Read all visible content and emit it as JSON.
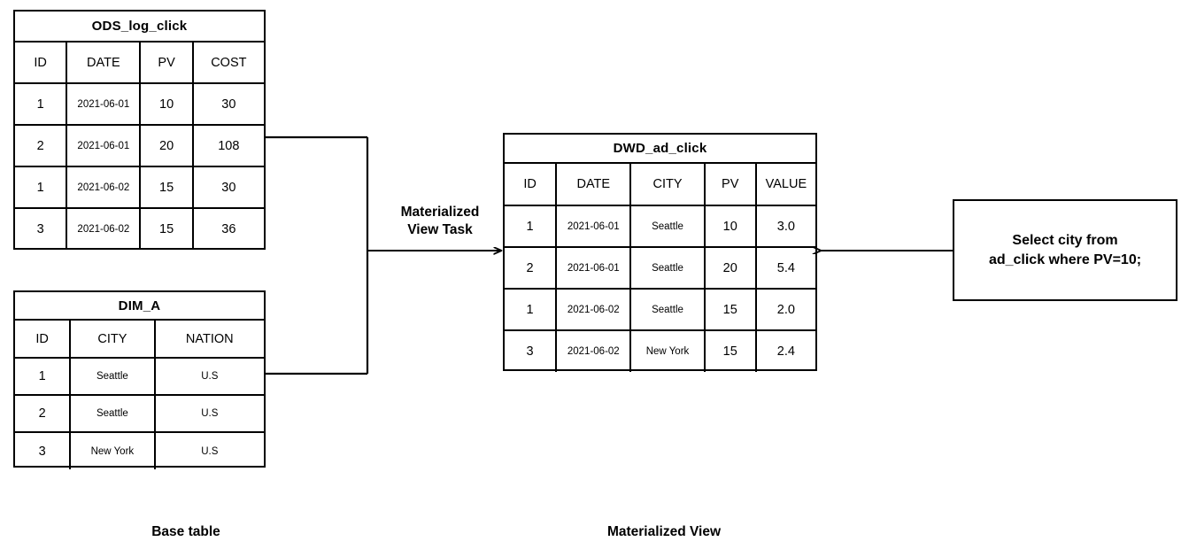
{
  "diagram": {
    "title_labels": {
      "base_table": "Base table",
      "materialized_view": "Materialized View",
      "task": "Materialized\nView Task"
    },
    "colors": {
      "stroke": "#000000",
      "background": "#ffffff",
      "text": "#000000"
    }
  },
  "tables": {
    "ods_log_click": {
      "name": "ODS_log_click",
      "columns": [
        "ID",
        "DATE",
        "PV",
        "COST"
      ],
      "rows": [
        [
          "1",
          "2021-06-01",
          "10",
          "30"
        ],
        [
          "2",
          "2021-06-01",
          "20",
          "108"
        ],
        [
          "1",
          "2021-06-02",
          "15",
          "30"
        ],
        [
          "3",
          "2021-06-02",
          "15",
          "36"
        ]
      ]
    },
    "dim_a": {
      "name": "DIM_A",
      "columns": [
        "ID",
        "CITY",
        "NATION"
      ],
      "rows": [
        [
          "1",
          "Seattle",
          "U.S"
        ],
        [
          "2",
          "Seattle",
          "U.S"
        ],
        [
          "3",
          "New York",
          "U.S"
        ]
      ]
    },
    "dwd_ad_click": {
      "name": "DWD_ad_click",
      "columns": [
        "ID",
        "DATE",
        "CITY",
        "PV",
        "VALUE"
      ],
      "rows": [
        [
          "1",
          "2021-06-01",
          "Seattle",
          "10",
          "3.0"
        ],
        [
          "2",
          "2021-06-01",
          "Seattle",
          "20",
          "5.4"
        ],
        [
          "1",
          "2021-06-02",
          "Seattle",
          "15",
          "2.0"
        ],
        [
          "3",
          "2021-06-02",
          "New York",
          "15",
          "2.4"
        ]
      ]
    }
  },
  "query_box": {
    "text": "Select city from\nad_click where PV=10;"
  }
}
